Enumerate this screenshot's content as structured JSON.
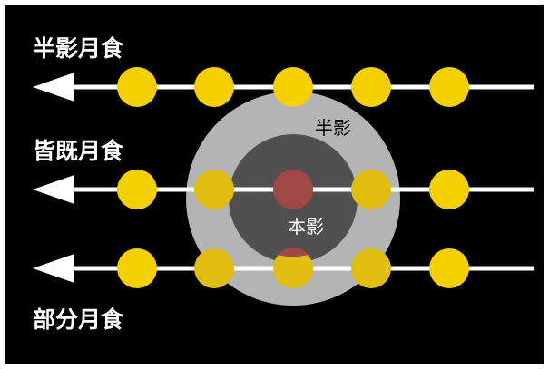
{
  "labels": {
    "penumbral_eclipse": "半影月食",
    "total_eclipse": "皆既月食",
    "partial_eclipse": "部分月食",
    "penumbra": "半影",
    "umbra": "本影"
  },
  "colors": {
    "background": "#000000",
    "penumbra": "#b4b4b4",
    "umbra": "#505050",
    "moon": "#f5d000",
    "moon_in_umbra": "#a04848",
    "path": "#ffffff"
  }
}
